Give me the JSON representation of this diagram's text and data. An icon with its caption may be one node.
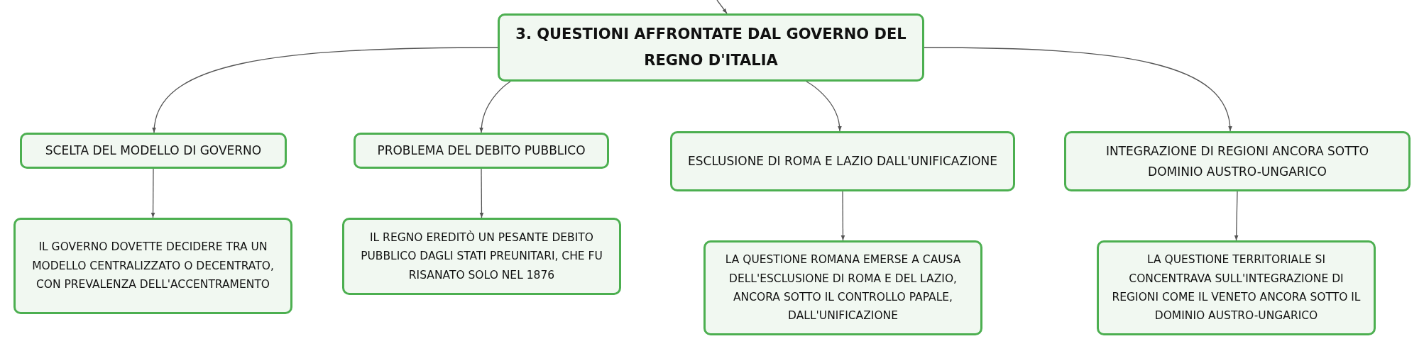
{
  "diagram": {
    "nodes": [
      {
        "text": [
          "3. QUESTIONI AFFRONTATE DAL GOVERNO DEL REGNO D'ITALIA"
        ]
      },
      {
        "text": [
          "SCELTA DEL MODELLO DI GOVERNO"
        ]
      },
      {
        "text": [
          "PROBLEMA DEL DEBITO PUBBLICO"
        ]
      },
      {
        "text": [
          "ESCLUSIONE DI ROMA E LAZIO DALL'UNIFICAZIONE"
        ]
      },
      {
        "text": [
          "INTEGRAZIONE DI REGIONI ANCORA SOTTO DOMINIO AUSTRO-UNGARICO"
        ]
      },
      {
        "text": [
          "IL GOVERNO DOVETTE DECIDERE TRA UN MODELLO CENTRALIZZATO O DECENTRATO, CON PREVALENZA DELL'ACCENTRAMENTO"
        ]
      },
      {
        "text": [
          "IL REGNO EREDITÒ UN PESANTE DEBITO PUBBLICO DAGLI STATI PREUNITARI, CHE FU RISANATO SOLO NEL 1876"
        ]
      },
      {
        "text": [
          "LA QUESTIONE ROMANA EMERSE A CAUSA DELL'ESCLUSIONE DI ROMA E DEL LAZIO, ANCORA SOTTO IL CONTROLLO PAPALE, DALL'UNIFICAZIONE"
        ]
      },
      {
        "text": [
          "LA QUESTIONE TERRITORIALE SI CONCENTRAVA SULL'INTEGRAZIONE DI REGIONI COME IL VENETO ANCORA SOTTO IL DOMINIO AUSTRO-UNGARICO"
        ]
      }
    ],
    "edges": [
      {
        "from": null,
        "to": 0,
        "arrow": "to"
      },
      {
        "from": 0,
        "to": 1,
        "arrow": "to"
      },
      {
        "from": 0,
        "to": 2,
        "arrow": "to"
      },
      {
        "from": 0,
        "to": 3,
        "arrow": "to"
      },
      {
        "from": 0,
        "to": 4,
        "arrow": "to"
      },
      {
        "from": 1,
        "to": 5,
        "arrow": "to"
      },
      {
        "from": 2,
        "to": 6,
        "arrow": "to"
      },
      {
        "from": 3,
        "to": 7,
        "arrow": "to"
      },
      {
        "from": 4,
        "to": 8,
        "arrow": "to"
      }
    ]
  }
}
